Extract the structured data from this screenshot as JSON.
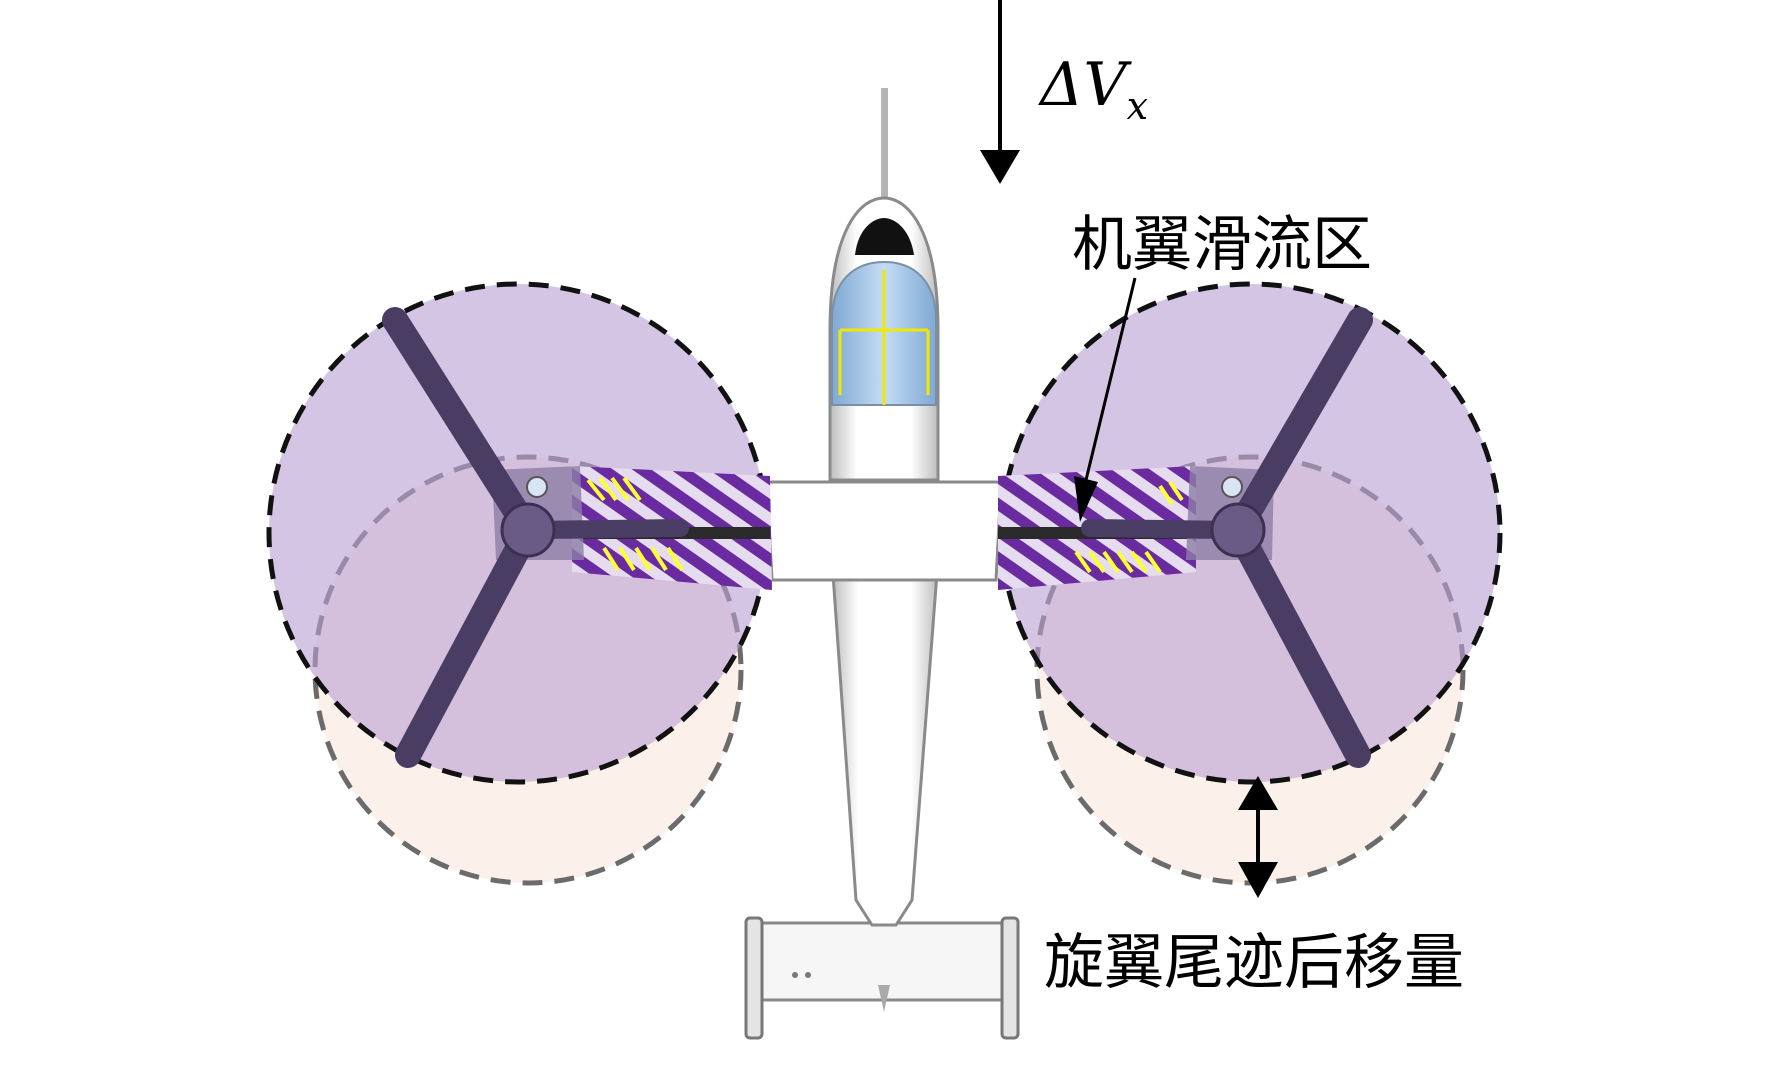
{
  "labels": {
    "velocity_symbol": "ΔV",
    "velocity_subscript": "x",
    "wing_slipstream_region": "机翼滑流区",
    "rotor_wake_shift": "旋翼尾迹后移量"
  },
  "colors": {
    "original_disk_fill": "#cbb7dd",
    "shifted_wake_fill": "#fbeee6",
    "hatch_purple": "#6a2aa0",
    "hatch_yellow": "#ffff33",
    "canopy": "#a9cdef",
    "airframe": "#f4f4f4",
    "rotor_blade": "#5a4c72"
  }
}
